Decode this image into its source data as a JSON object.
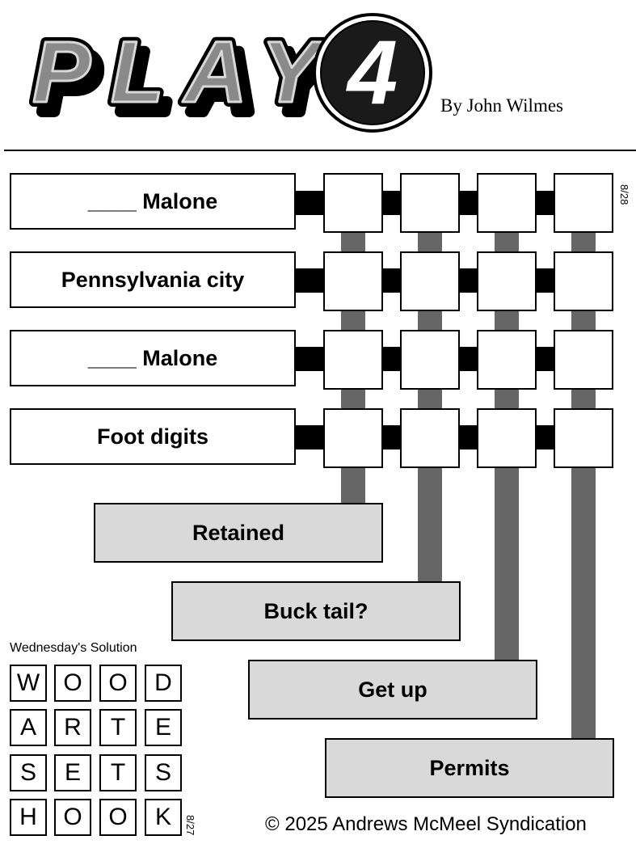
{
  "header": {
    "logo_text": "PLAY4",
    "byline": "By John Wilmes"
  },
  "puzzle": {
    "date_label": "8/28",
    "across_clues": [
      "____ Malone",
      "Pennsylvania city",
      "____ Malone",
      "Foot digits"
    ],
    "down_clues": [
      "Retained",
      "Buck tail?",
      "Get up",
      "Permits"
    ]
  },
  "solution": {
    "title": "Wednesday's Solution",
    "date_label": "8/27",
    "grid": [
      [
        "W",
        "O",
        "O",
        "D"
      ],
      [
        "A",
        "R",
        "T",
        "E"
      ],
      [
        "S",
        "E",
        "T",
        "S"
      ],
      [
        "H",
        "O",
        "O",
        "K"
      ]
    ]
  },
  "footer": {
    "copyright": "© 2025 Andrews McMeel Syndication"
  }
}
